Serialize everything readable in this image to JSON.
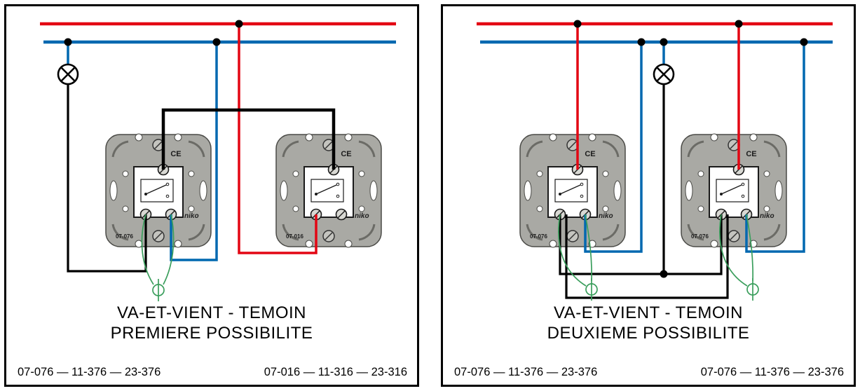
{
  "colors": {
    "wire_red": "#e30613",
    "wire_blue": "#0068b0",
    "wire_green": "#3a9e5c",
    "wire_black": "#000000",
    "plate_gray": "#a9a9a4"
  },
  "plate": {
    "ce_mark": "CE",
    "brand": "niko"
  },
  "panels": [
    {
      "title_line1": "VA-ET-VIENT - TEMOIN",
      "title_line2": "PREMIERE POSSIBILITE",
      "footer_left": "07-076 — 11-376 — 23-376",
      "footer_right": "07-016 — 11-316 — 23-316",
      "switches": [
        {
          "model": "07-076"
        },
        {
          "model": "07-016"
        }
      ]
    },
    {
      "title_line1": "VA-ET-VIENT - TEMOIN",
      "title_line2": "DEUXIEME POSSIBILITE",
      "footer_left": "07-076 — 11-376 — 23-376",
      "footer_right": "07-076 — 11-376 — 23-376",
      "switches": [
        {
          "model": "07-076"
        },
        {
          "model": "07-076"
        }
      ]
    }
  ]
}
